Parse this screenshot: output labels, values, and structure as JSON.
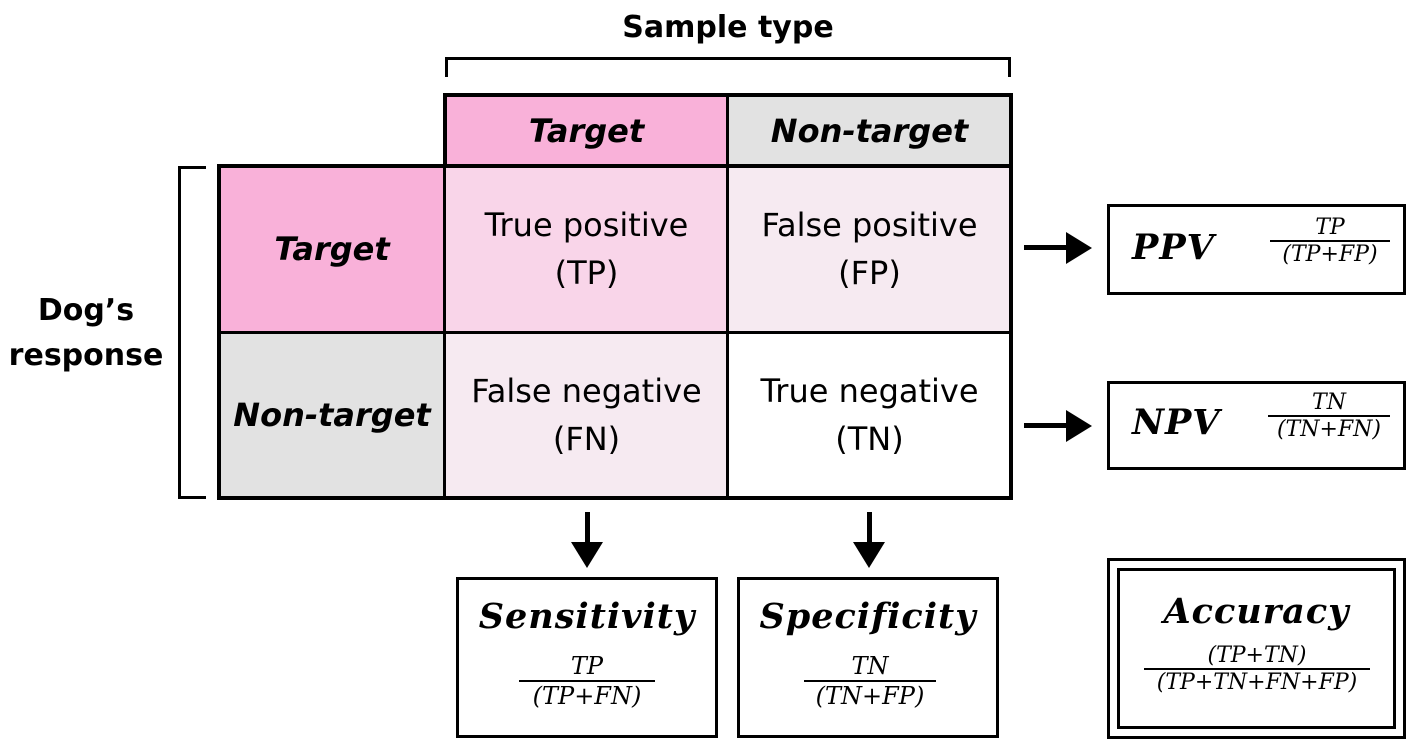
{
  "column_axis": {
    "title": "Sample type"
  },
  "row_axis": {
    "title_line1": "Dog’s",
    "title_line2": "response"
  },
  "columns": {
    "target": "Target",
    "non_target": "Non-target"
  },
  "rows": {
    "target": "Target",
    "non_target": "Non-target"
  },
  "cells": {
    "tp": {
      "line1": "True positive",
      "line2": "(TP)"
    },
    "fp": {
      "line1": "False positive",
      "line2": "(FP)"
    },
    "fn": {
      "line1": "False negative",
      "line2": "(FN)"
    },
    "tn": {
      "line1": "True negative",
      "line2": "(TN)"
    }
  },
  "metrics": {
    "ppv": {
      "name": "PPV",
      "numerator": "TP",
      "denominator": "(TP+FP)"
    },
    "npv": {
      "name": "NPV",
      "numerator": "TN",
      "denominator": "(TN+FN)"
    },
    "sensitivity": {
      "name": "Sensitivity",
      "numerator": "TP",
      "denominator": "(TP+FN)"
    },
    "specificity": {
      "name": "Specificity",
      "numerator": "TN",
      "denominator": "(TN+FP)"
    },
    "accuracy": {
      "name": "Accuracy",
      "numerator": "(TP+TN)",
      "denominator": "(TP+TN+FN+FP)"
    }
  },
  "colors": {
    "target_header": "#f9b1d9",
    "non_target_header": "#e2e2e2",
    "tp_cell": "#f9d5e9",
    "fp_cell": "#f6eaf1",
    "fn_cell": "#f6eaf1",
    "tn_cell": "#ffffff"
  }
}
